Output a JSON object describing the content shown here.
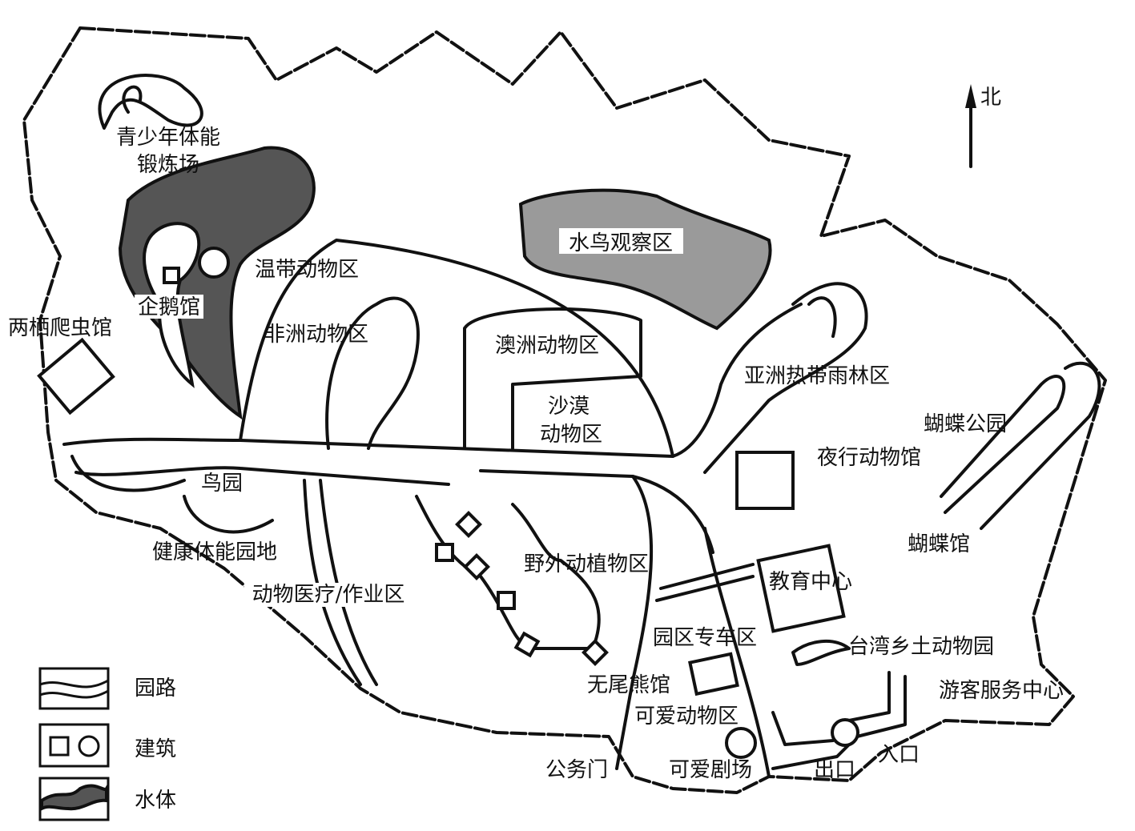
{
  "north": "北",
  "areas": {
    "youth_fitness_1": "青少年体能",
    "youth_fitness_2": "锻炼场",
    "waterbird": "水鸟观察区",
    "temperate": "温带动物区",
    "penguin": "企鹅馆",
    "amphibian": "两栖爬虫馆",
    "africa": "非洲动物区",
    "australia": "澳洲动物区",
    "asia_rainforest": "亚洲热带雨林区",
    "desert_1": "沙漠",
    "desert_2": "动物区",
    "butterfly_park": "蝴蝶公园",
    "nocturnal": "夜行动物馆",
    "bird_garden": "鸟园",
    "butterfly_house": "蝴蝶馆",
    "health_fitness": "健康体能园地",
    "wild_flora_fauna": "野外动植物区",
    "education": "教育中心",
    "vet_work": "动物医疗/作业区",
    "shuttle": "园区专车区",
    "taiwan_native": "台湾乡土动物园",
    "koala": "无尾熊馆",
    "visitor_center": "游客服务中心",
    "petting": "可爱动物区",
    "entrance": "入口",
    "service_gate": "公务门",
    "theater": "可爱剧场",
    "exit": "出口"
  },
  "legend": [
    {
      "label": "园路",
      "icon": "road-icon"
    },
    {
      "label": "建筑",
      "icon": "building-icon"
    },
    {
      "label": "水体",
      "icon": "water-icon"
    }
  ]
}
